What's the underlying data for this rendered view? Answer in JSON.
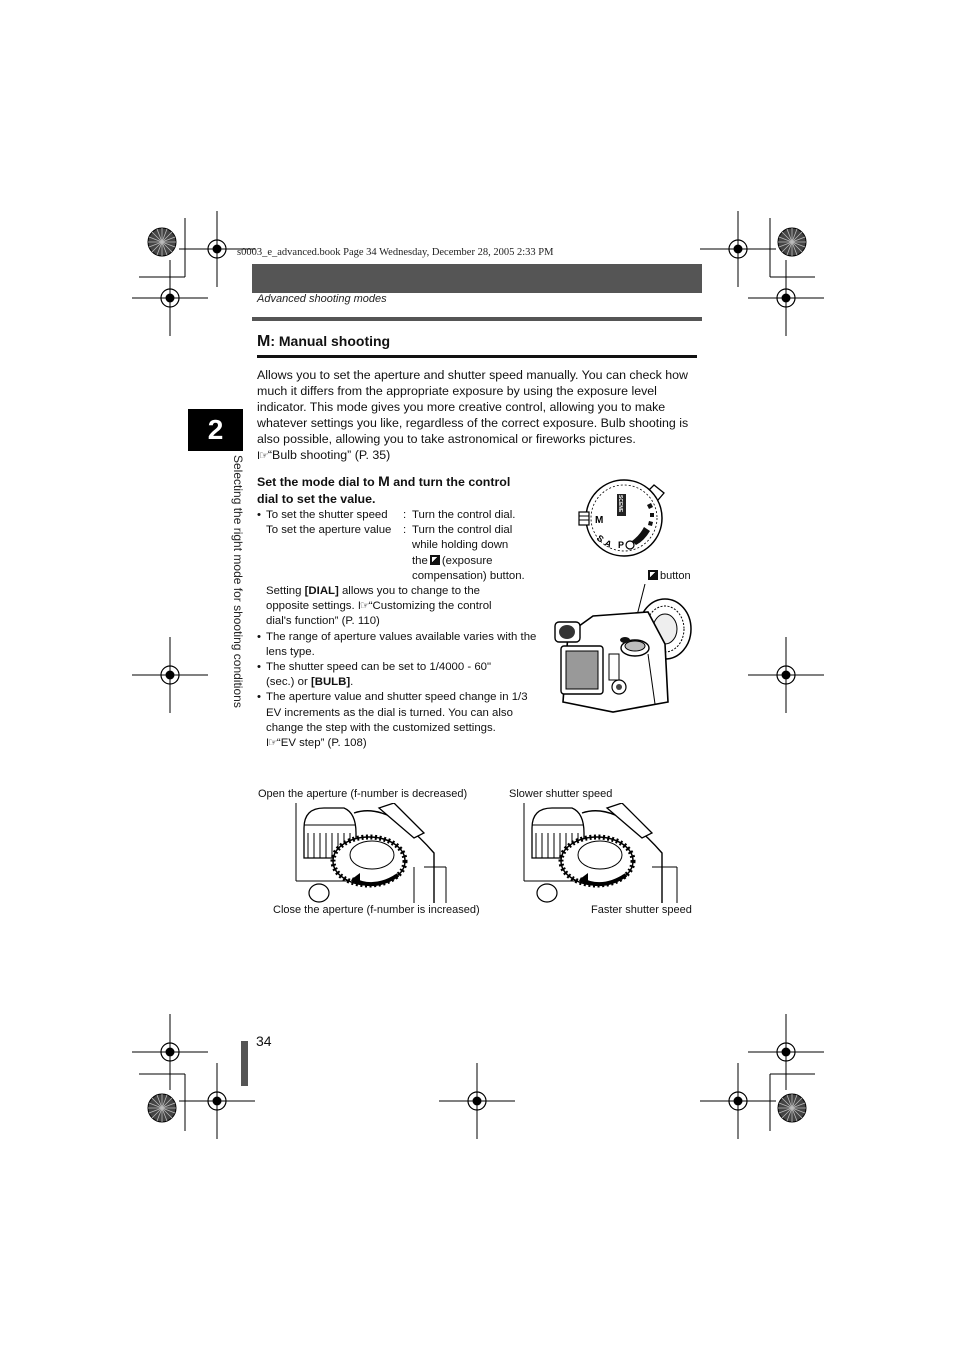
{
  "print_info": "s0003_e_advanced.book  Page 34  Wednesday, December 28, 2005  2:33 PM",
  "section_header": "Advanced shooting modes",
  "chapter": {
    "number": "2",
    "side_label": "Selecting the right mode for shooting conditions"
  },
  "title": {
    "mode_glyph": "M",
    "text": ": Manual shooting"
  },
  "intro": {
    "paragraph": "Allows you to set the aperture and shutter speed manually. You can check how much it differs from the appropriate exposure by using the exposure level indicator. This mode gives you more creative control, allowing you to make whatever settings you like, regardless of the correct exposure. Bulb shooting is also possible, allowing you to take astronomical or fireworks pictures.",
    "ref": "“Bulb shooting” (P. 35)"
  },
  "step": {
    "before": "Set the mode dial to ",
    "glyph": "M",
    "after": " and turn the control dial to set the value."
  },
  "settings": {
    "shutter_key": "To set the shutter speed",
    "shutter_val": "Turn the control dial.",
    "aperture_key": "To set the aperture value",
    "aperture_val_1": "Turn the control dial",
    "aperture_val_2": "while holding down",
    "aperture_val_3a": "the",
    "aperture_val_3b": "(exposure",
    "aperture_val_4": "compensation) button.",
    "colon": ":"
  },
  "dial_note": {
    "pre": "Setting ",
    "bold": "[DIAL]",
    "post": " allows you to change to the",
    "line2": "opposite settings.",
    "ref1": "“Customizing the control",
    "ref2": "dial's function” (P. 110)"
  },
  "bullet_range": "The range of aperture values available varies with the lens type.",
  "bullet_shutter": {
    "line1": "The shutter speed can be set to 1/4000 - 60\"",
    "line2_pre": "(sec.) or ",
    "line2_bold": "[BULB]",
    "line2_post": "."
  },
  "bullet_ev": {
    "text": "The aperture value and shutter speed change in 1/3 EV increments as the dial is turned. You can also change the step with the customized settings.",
    "ref": "“EV step” (P. 108)"
  },
  "mode_dial_labels": {
    "m": "M",
    "s": "S",
    "a": "A",
    "p": "P",
    "scene": "SCENE"
  },
  "figure_button_label": "button",
  "captions": {
    "open_aperture": "Open the aperture (f-number is decreased)",
    "close_aperture": "Close the aperture (f-number is increased)",
    "slower_shutter": "Slower shutter speed",
    "faster_shutter": "Faster shutter speed"
  },
  "page_number": "34"
}
